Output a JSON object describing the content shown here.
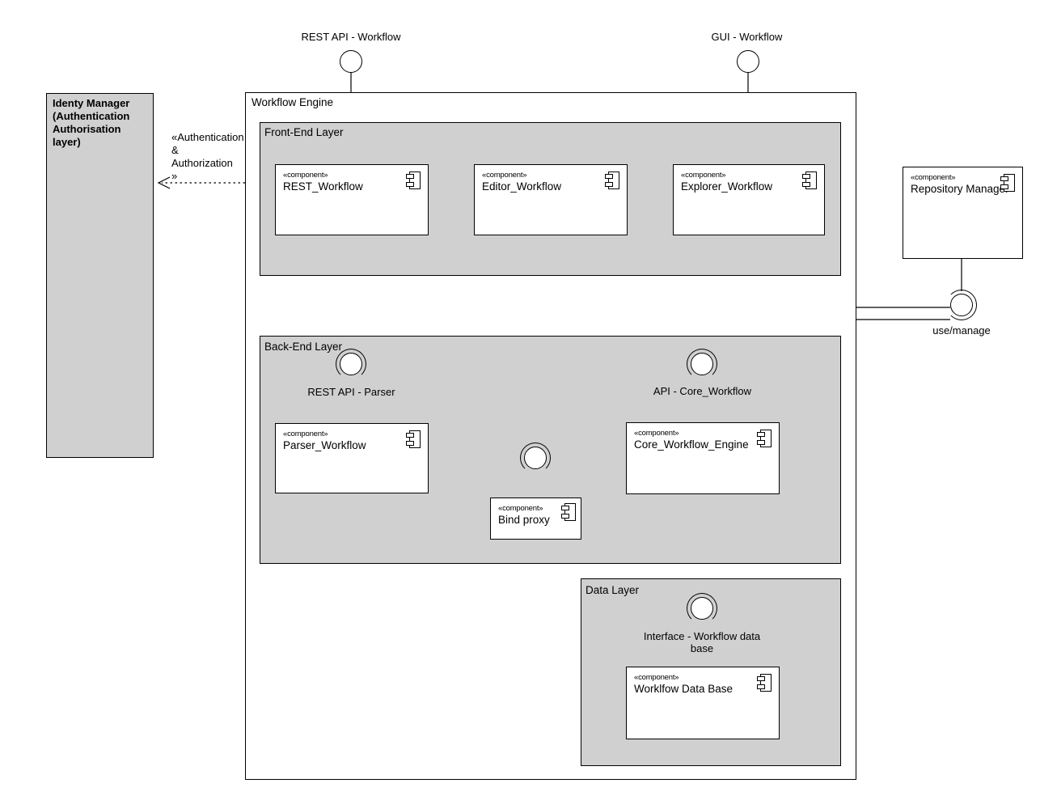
{
  "diagram": {
    "kind": "uml-component-diagram",
    "colors": {
      "layer_fill": "#d0d0d0",
      "component_fill": "#ffffff",
      "line": "#000000",
      "background": "#ffffff"
    }
  },
  "identity_manager": {
    "title": "Identy Manager\n(Authentication\nAuthorisation\nlayer)"
  },
  "dependency": {
    "label": "«Authentication\n&\nAuthorization\n»",
    "style": "dashed-open-arrow",
    "direction": "right-to-left"
  },
  "packages": {
    "workflow_engine": {
      "label": "Workflow Engine"
    },
    "front_end_layer": {
      "label": "Front-End Layer"
    },
    "back_end_layer": {
      "label": "Back-End Layer"
    },
    "data_layer": {
      "label": "Data Layer"
    }
  },
  "stereotype": "«component»",
  "components": {
    "rest_workflow": {
      "name": "REST_Workflow",
      "stereotype": "«component»"
    },
    "editor_workflow": {
      "name": "Editor_Workflow",
      "stereotype": "«component»"
    },
    "explorer_workflow": {
      "name": "Explorer_Workflow",
      "stereotype": "«component»"
    },
    "repository_manager": {
      "name": "Repository Manager",
      "stereotype": "«component»"
    },
    "parser_workflow": {
      "name": "Parser_Workflow",
      "stereotype": "«component»"
    },
    "core_workflow_engine": {
      "name": "Core_Workflow_Engine",
      "stereotype": "«component»"
    },
    "bind_proxy": {
      "name": "Bind proxy",
      "stereotype": "«component»"
    },
    "workflow_data_base": {
      "name": "Worklfow Data Base",
      "stereotype": "«component»"
    }
  },
  "interfaces": {
    "rest_api_workflow": {
      "label": "REST API - Workflow",
      "type": "provided"
    },
    "gui_workflow": {
      "label": "GUI - Workflow",
      "type": "provided"
    },
    "rest_api_parser": {
      "label": "REST API - Parser",
      "type": "assembly"
    },
    "api_core_workflow": {
      "label": "API - Core_Workflow",
      "type": "assembly"
    },
    "use_manage": {
      "label": "use/manage",
      "type": "assembly"
    },
    "bind_proxy_interface": {
      "label": "",
      "type": "assembly"
    },
    "interface_workflow_database": {
      "label": "Interface - Workflow data\nbase",
      "type": "assembly"
    }
  }
}
